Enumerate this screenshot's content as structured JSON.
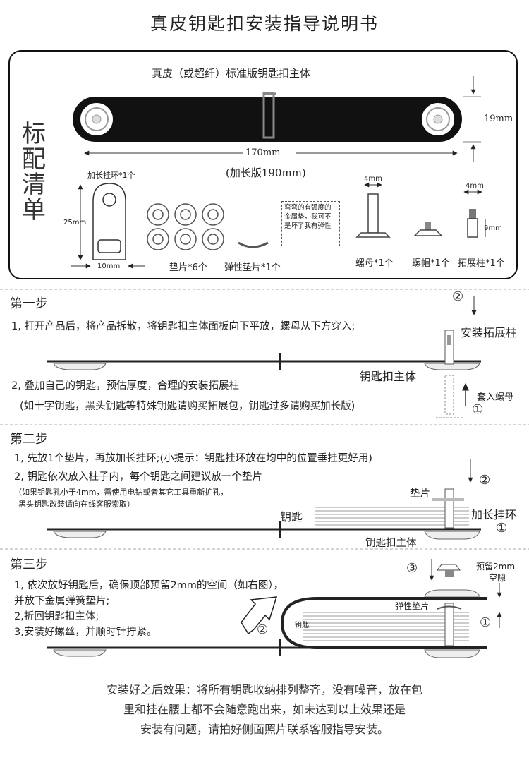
{
  "title": "真皮钥匙扣安装指导说明书",
  "kit": {
    "side_label": [
      "标",
      "配",
      "清",
      "单"
    ],
    "body_title": "真皮（或超纤）标准版钥匙扣主体",
    "height_label": "19mm",
    "length_label": "170mm",
    "long_version_label": "(加长版190mm)",
    "ring_label": "加长挂环*1个",
    "ring_height_label": "25mm",
    "ring_width_label": "10mm",
    "washers_label": "垫片*6个",
    "spring_label": "弹性垫片*1个",
    "note_text": "弯弯的有弧度的金属垫，我可不是坏了我有弹性",
    "nut_size_label": "4mm",
    "nut_label": "螺母*1个",
    "cap_label": "螺帽*1个",
    "ext_size_label": "4mm",
    "ext_height_label": "9mm",
    "ext_label": "拓展柱*1个"
  },
  "step1": {
    "heading": "第一步",
    "line1": "1, 打开产品后，将产品拆散，将钥匙扣主体面板向下平放，螺母从下方穿入;",
    "line2": "2, 叠加自己的钥匙，预估厚度，合理的安装拓展柱",
    "line3": "(如十字钥匙，黑头钥匙等特殊钥匙请购买拓展包，钥匙过多请购买加长版)",
    "mark2": "②",
    "install_ext": "安装拓展柱",
    "body_label": "钥匙扣主体",
    "insert_nut": "套入螺母",
    "mark1": "①"
  },
  "step2": {
    "heading": "第二步",
    "line1": "1, 先放1个垫片，再放加长挂环;(小提示：钥匙挂环放在均中的位置垂挂更好用)",
    "line2": "2, 钥匙依次放入柱子内，每个钥匙之间建议放一个垫片",
    "note1": "（如果钥匙孔小于4mm，需使用电钻或者其它工具重新扩孔，",
    "note2": "黑头钥匙改装请向在线客服索取）",
    "washer_label": "垫片",
    "key_label": "钥匙",
    "ring_label": "加长挂环",
    "body_label": "钥匙扣主体",
    "mark2": "②",
    "mark1": "①"
  },
  "step3": {
    "heading": "第三步",
    "line1": "1, 依次放好钥匙后，确保顶部预留2mm的空间（如右图），",
    "line2": "并放下金属弹簧垫片;",
    "line3": "2,折回钥匙扣主体;",
    "line4": "3,安装好螺丝，并顺时针拧紧。",
    "mark3": "③",
    "reserve1": "预留2mm",
    "reserve2": "空隙",
    "spring_label": "弹性垫片",
    "key_small": "钥匙",
    "mark2": "②",
    "mark1": "①"
  },
  "summary": [
    "安装好之后效果：将所有钥匙收纳排列整齐，没有噪音，放在包",
    "里和挂在腰上都不会随意跑出来，如未达到以上效果还是",
    "安装有问题，请拍好侧面照片联系客服指导安装。"
  ]
}
